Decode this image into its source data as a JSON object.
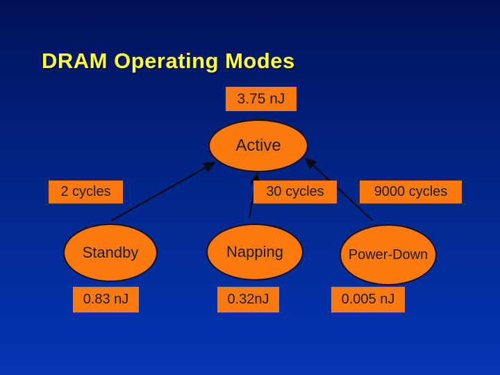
{
  "slide_title": "DRAM Operating Modes",
  "colors": {
    "background_top": "#021257",
    "background_bottom": "#0535b5",
    "title_yellow": "#ffff33",
    "node_orange": "#fa7a10",
    "node_text_dark": "#1c1a3a",
    "arrow_black": "#0b0b14"
  },
  "nodes": {
    "active": {
      "label": "Active",
      "energy": "3.75 nJ"
    },
    "standby": {
      "label": "Standby",
      "energy": "0.83 nJ",
      "wakeup_cycles": "2 cycles"
    },
    "napping": {
      "label": "Napping",
      "energy": "0.32nJ",
      "wakeup_cycles": "30 cycles"
    },
    "power_down": {
      "label": "Power-Down",
      "energy": "0.005 nJ",
      "wakeup_cycles": "9000 cycles"
    }
  },
  "edges": [
    {
      "from": "standby",
      "to": "active"
    },
    {
      "from": "napping",
      "to": "active"
    },
    {
      "from": "power_down",
      "to": "active"
    }
  ]
}
